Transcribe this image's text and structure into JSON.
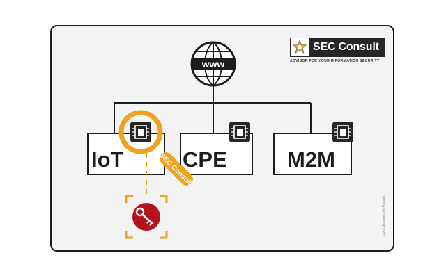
{
  "brand": {
    "name": "SEC Consult",
    "tagline": "ADVISOR FOR YOUR INFORMATION SECURITY",
    "orange": "#f0a21c",
    "dark": "#262626"
  },
  "globe": {
    "label": "www",
    "icon": "globe-icon"
  },
  "devices": [
    {
      "label": "IoT",
      "icon": "chip-icon"
    },
    {
      "label": "CPE",
      "icon": "chip-icon"
    },
    {
      "label": "M2M",
      "icon": "chip-icon"
    }
  ],
  "magnifier": {
    "label": "SEC Consult",
    "icon": "magnifier-icon"
  },
  "key": {
    "icon": "key-icon",
    "color": "#b4121f"
  },
  "credit": "Icons designed by Freepik"
}
